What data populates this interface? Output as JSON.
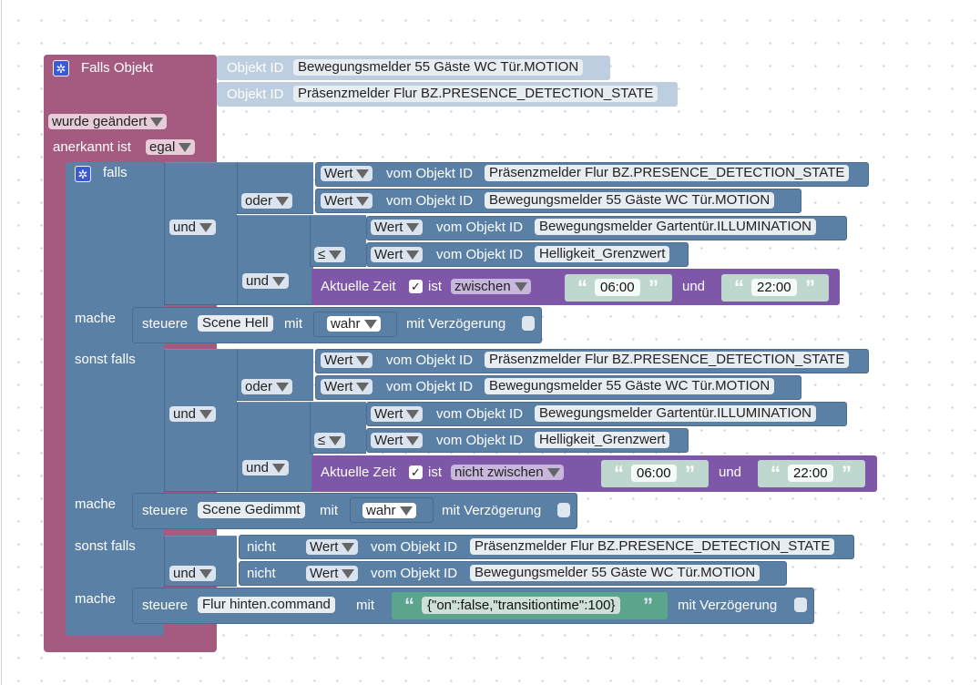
{
  "trigger": {
    "title": "Falls Objekt",
    "obj_label": "Objekt ID",
    "ids": [
      "Bewegungsmelder 55 Gäste WC Tür.MOTION",
      "Präsenzmelder Flur BZ.PRESENCE_DETECTION_STATE"
    ],
    "changed": "wurde geändert",
    "ack_label": "anerkannt ist",
    "ack_value": "egal"
  },
  "kw": {
    "falls": "falls",
    "sonst_falls": "sonst falls",
    "mache": "mache",
    "und": "und",
    "oder": "oder",
    "nicht": "nicht",
    "le": "≤",
    "wert": "Wert",
    "vom_objekt": "vom Objekt ID",
    "aktuelle_zeit": "Aktuelle Zeit",
    "check": "✓",
    "ist": "ist",
    "und_time": "und",
    "steuere": "steuere",
    "mit": "mit",
    "mit_verz": "mit Verzögerung"
  },
  "ids": {
    "presence": "Präsenzmelder Flur BZ.PRESENCE_DETECTION_STATE",
    "motion": "Bewegungsmelder 55 Gäste WC Tür.MOTION",
    "illum": "Bewegungsmelder Gartentür.ILLUMINATION",
    "grenz": "Helligkeit_Grenzwert"
  },
  "branch1": {
    "time_mode": "zwischen",
    "from": "06:00",
    "to": "22:00",
    "target": "Scene Hell",
    "value": "wahr"
  },
  "branch2": {
    "time_mode": "nicht zwischen",
    "from": "06:00",
    "to": "22:00",
    "target": "Scene Gedimmt",
    "value": "wahr"
  },
  "branch3": {
    "target": "Flur hinten.command",
    "string": "{\"on\":false,\"transitiontime\":100}"
  },
  "colors": {
    "trigger": "#a55b80",
    "control": "#5b80a5",
    "time": "#7e57a8",
    "string": "#5ba58c",
    "object": "#bccedf"
  }
}
